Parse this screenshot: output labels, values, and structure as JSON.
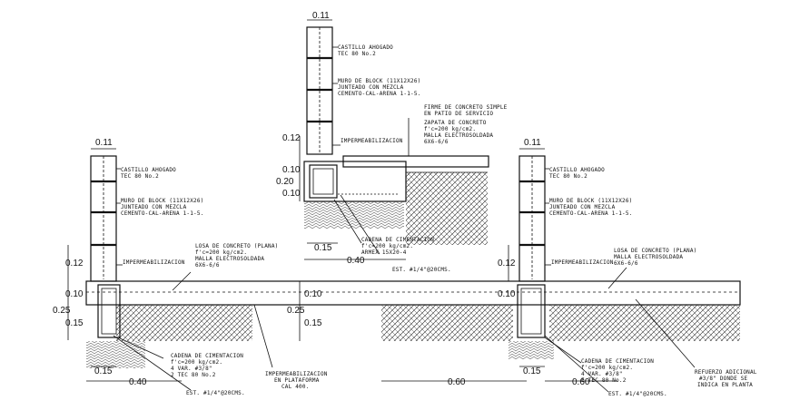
{
  "details": {
    "center": {
      "dims": [
        "0.11",
        "0.12",
        "0.10",
        "0.20",
        "0.10",
        "0.15",
        "0.40"
      ],
      "labels": {
        "castillo_1": "CASTILLO AHOGADO",
        "castillo_2": "TEC 80 No.2",
        "muro_1": "MURO DE BLOCK (11X12X26)",
        "muro_2": "JUNTEADO CON MEZCLA",
        "muro_3": "CEMENTO-CAL-ARENA 1-1-5.",
        "imper": "IMPERMEABILIZACION",
        "firme_1": "FIRME DE CONCRETO SIMPLE",
        "firme_2": "EN PATIO DE SERVICIO",
        "zapata_1": "ZAPATA DE CONCRETO",
        "zapata_2": "f'c=200 kg/cm2.",
        "zapata_3": "MALLA ELECTROSOLDADA",
        "zapata_4": "6X6-6/6",
        "cadena_1": "CADENA DE CIMENTACION",
        "cadena_2": "f'c=200 kg/cm2.",
        "cadena_3": "ARMEX 15X20-4",
        "est": "EST. #1/4\"@20CMS."
      }
    },
    "left": {
      "dims": [
        "0.11",
        "0.12",
        "0.10",
        "0.25",
        "0.15",
        "0.15",
        "0.40"
      ],
      "labels": {
        "castillo_1": "CASTILLO AHOGADO",
        "castillo_2": "TEC 80 No.2",
        "muro_1": "MURO DE BLOCK (11X12X26)",
        "muro_2": "JUNTEADO CON MEZCLA",
        "muro_3": "CEMENTO-CAL-ARENA 1-1-5.",
        "imper": "IMPERMEABILIZACION",
        "losa_1": "LOSA DE CONCRETO (PLANA)",
        "losa_2": "f'c=200 kg/cm2.",
        "losa_3": "MALLA ELECTROSOLDADA",
        "losa_4": "6X6-6/6",
        "cadena_1": "CADENA DE CIMENTACION",
        "cadena_2": "f'c=200 kg/cm2.",
        "cadena_3": "4 VAR. #3/8\"",
        "cadena_4": "2 TEC 80 No.2",
        "est": "EST. #1/4\"@20CMS.",
        "imperp_1": "IMPERMEABILIZACION",
        "imperp_2": "EN PLATAFORMA",
        "imperp_3": "CAL 400."
      }
    },
    "middle": {
      "dims": [
        "0.10",
        "0.25",
        "0.15",
        "0.60"
      ]
    },
    "right": {
      "dims": [
        "0.11",
        "0.12",
        "0.10",
        "0.15",
        "0.60"
      ],
      "labels": {
        "castillo_1": "CASTILLO AHOGADO",
        "castillo_2": "TEC 80 No.2",
        "muro_1": "MURO DE BLOCK (11X12X26)",
        "muro_2": "JUNTEADO CON MEZCLA",
        "muro_3": "CEMENTO-CAL-ARENA 1-1-5.",
        "imper": "IMPERMEABILIZACION",
        "losa_1": "LOSA DE CONCRETO (PLANA)",
        "losa_2": "MALLA ELECTROSOLDADA",
        "losa_3": "6X6-6/6",
        "cadena_1": "CADENA DE CIMENTACION",
        "cadena_2": "f'c=200 kg/cm2.",
        "cadena_3": "4 VAR. #3/8\"",
        "cadena_4": "E TEC 80 No.2",
        "est": "EST. #1/4\"@20CMS.",
        "ref_1": "REFUERZO ADICIONAL",
        "ref_2": "#3/8\" DONDE SE",
        "ref_3": "INDICA EN PLANTA"
      }
    }
  }
}
